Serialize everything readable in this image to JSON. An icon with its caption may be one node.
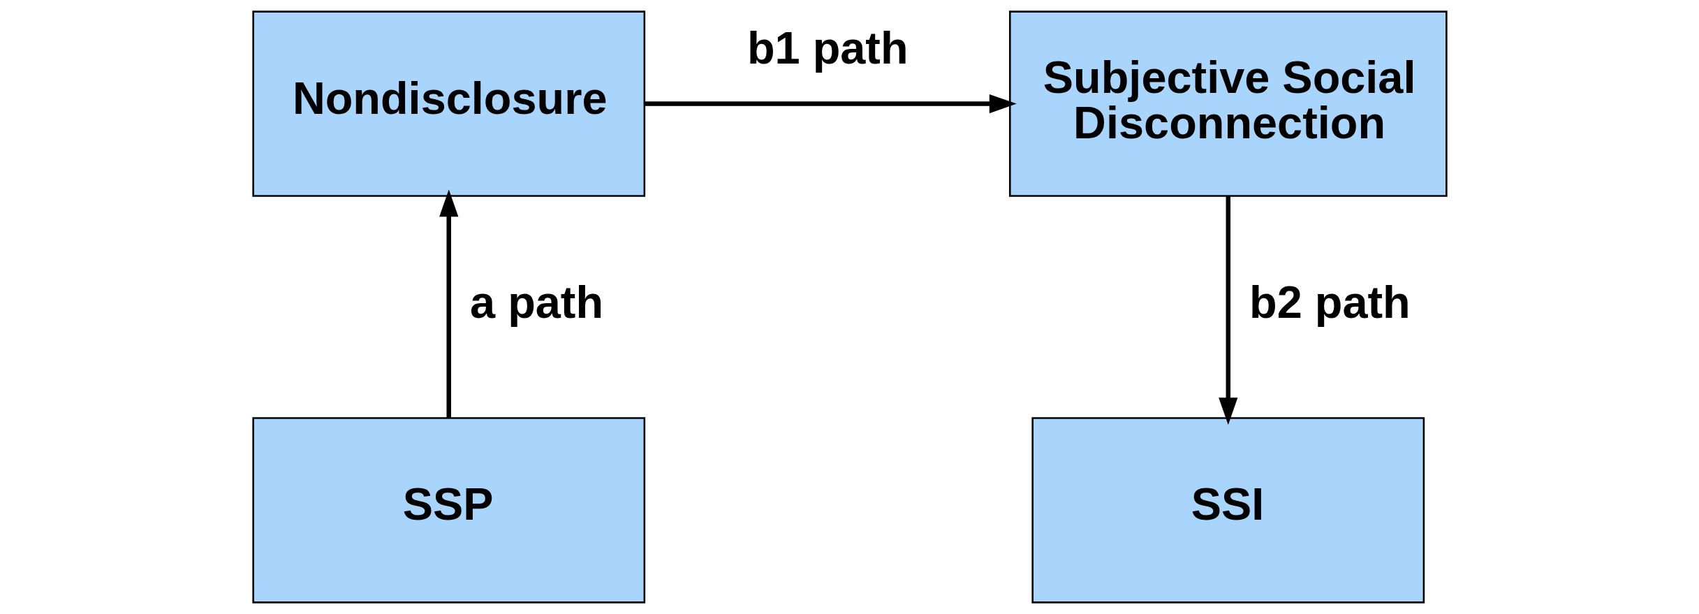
{
  "diagram": {
    "nodes": [
      {
        "text": [
          "Nondisclosure"
        ]
      },
      {
        "text": [
          "Subjective Social Disconnection"
        ]
      },
      {
        "text": [
          "SSP"
        ]
      },
      {
        "text": [
          "SSI"
        ]
      }
    ],
    "edges": [
      {
        "from": 2,
        "to": 0,
        "arrow": "to",
        "label": "a path"
      },
      {
        "from": 0,
        "to": 1,
        "arrow": "to",
        "label": "b1 path"
      },
      {
        "from": 1,
        "to": 3,
        "arrow": "to",
        "label": "b2 path"
      }
    ]
  }
}
